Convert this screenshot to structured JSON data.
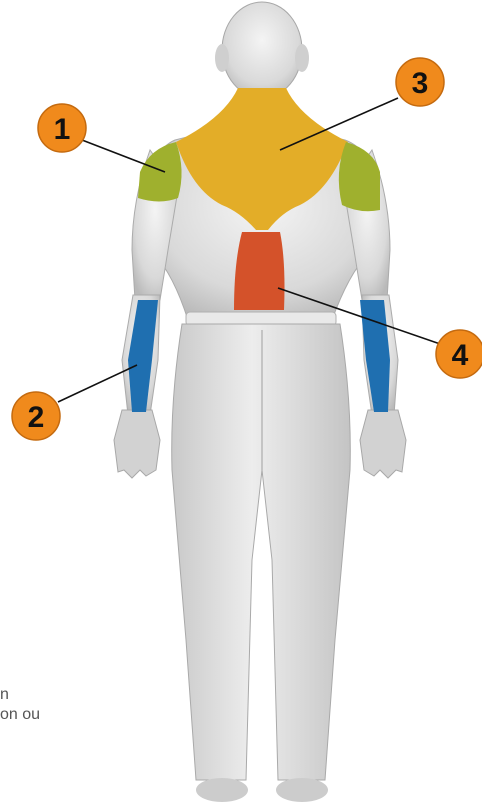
{
  "callouts": [
    {
      "number": "1",
      "region": "deltoid",
      "color": "#9fb02e"
    },
    {
      "number": "2",
      "region": "forearm",
      "color": "#1f6fb0"
    },
    {
      "number": "3",
      "region": "trapezius",
      "color": "#e3ad28"
    },
    {
      "number": "4",
      "region": "lower-back",
      "color": "#d4522a"
    }
  ],
  "callout_color": "#f08a1c",
  "caption": {
    "line1": "n",
    "line2": "on ou"
  }
}
